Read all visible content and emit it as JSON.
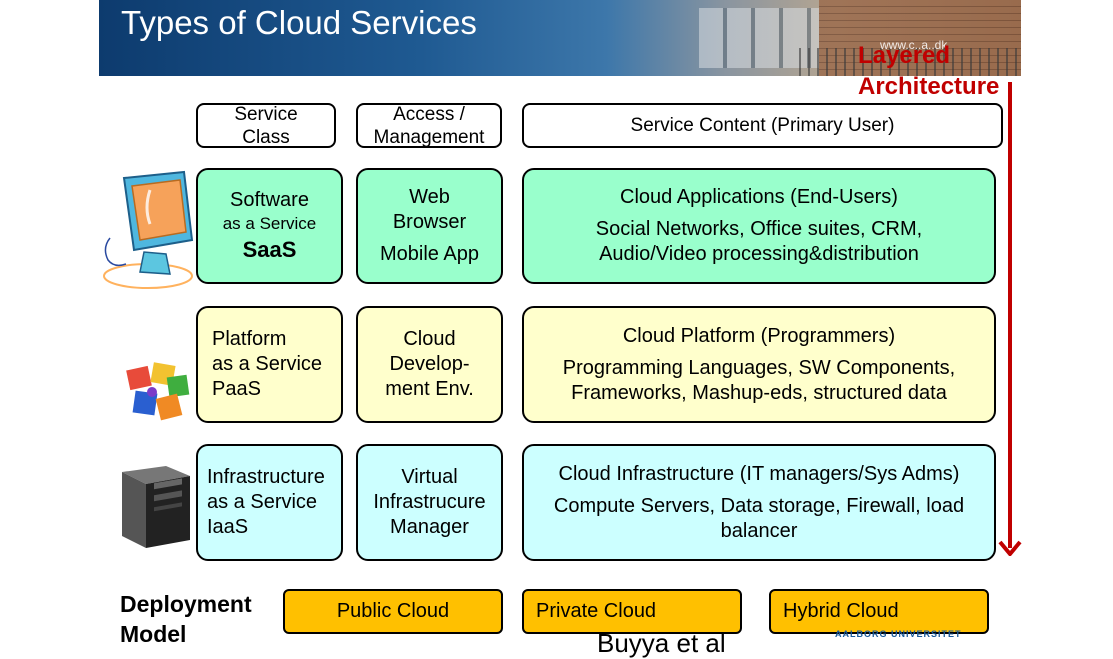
{
  "header": {
    "title": "Types of Cloud Services",
    "url_fragment": "www.c..a..dk"
  },
  "annotation": {
    "line1": "Layered",
    "line2": "Architecture",
    "color": "#c00000"
  },
  "column_headers": {
    "service_class": [
      "Service",
      "Class"
    ],
    "access": [
      "Access /",
      "Management"
    ],
    "content": "Service Content  (Primary User)"
  },
  "rows": [
    {
      "class_lines": [
        "Software",
        "as a Service",
        "SaaS"
      ],
      "access_lines": [
        "Web",
        "Browser",
        "Mobile App"
      ],
      "content_title": "Cloud Applications (End-Users)",
      "content_lines": [
        "Social Networks, Office suites, CRM,",
        "Audio/Video processing&distribution"
      ],
      "color": "#99ffcc"
    },
    {
      "class_lines": [
        "Platform",
        "as a Service",
        "PaaS"
      ],
      "access_lines": [
        "Cloud",
        "Develop-",
        "ment Env."
      ],
      "content_title": "Cloud Platform (Programmers)",
      "content_lines": [
        "Programming Languages, SW Components,",
        "Frameworks, Mashup-eds, structured data"
      ],
      "color": "#ffffcc"
    },
    {
      "class_lines": [
        "Infrastructure",
        "as a Service",
        "IaaS"
      ],
      "access_lines": [
        "Virtual",
        "Infrastrucure",
        "Manager"
      ],
      "content_title": "Cloud Infrastructure (IT managers/Sys Adms)",
      "content_lines": [
        "Compute Servers, Data storage, Firewall, load",
        "balancer"
      ],
      "color": "#ccffff"
    }
  ],
  "deployment": {
    "label_lines": [
      "Deployment",
      "Model"
    ],
    "models": [
      "Public Cloud",
      "Private Cloud",
      "Hybrid Cloud"
    ],
    "color": "#ffc000"
  },
  "footer": {
    "citation": "Buyya et al",
    "university": "AALBORG UNIVERSITET"
  },
  "icons": [
    "monitor-icon",
    "puzzle-icon",
    "server-icon"
  ]
}
